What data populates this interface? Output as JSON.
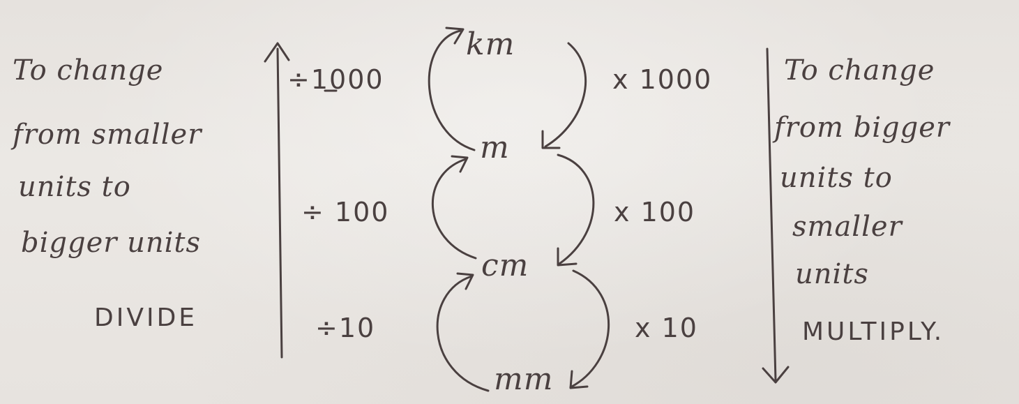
{
  "left_note": {
    "lines": [
      "To change",
      "from smaller",
      "units to",
      "bigger units"
    ],
    "action": "DIVIDE"
  },
  "right_note": {
    "lines": [
      "To change",
      "from bigger",
      "units to",
      "smaller",
      "units"
    ],
    "action": "MULTIPLY."
  },
  "units": [
    "km",
    "m",
    "cm",
    "mm"
  ],
  "divide_factors": [
    "÷1000",
    "÷ 100",
    "÷10"
  ],
  "multiply_factors": [
    "x 1000",
    "x 100",
    "x 10"
  ]
}
